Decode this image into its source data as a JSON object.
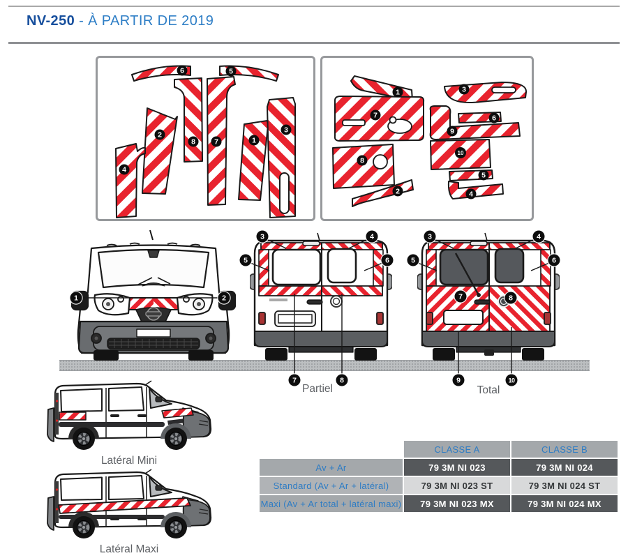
{
  "title": {
    "model": "NV-250",
    "suffix": "- À PARTIR DE 2019"
  },
  "kit_boxes": {
    "left": {
      "piece_numbers": [
        "1",
        "2",
        "3",
        "4",
        "5",
        "6",
        "7",
        "8"
      ]
    },
    "right": {
      "piece_numbers": [
        "1",
        "2",
        "3",
        "4",
        "5",
        "6",
        "7",
        "8",
        "9",
        "10"
      ]
    }
  },
  "annotations": {
    "front": [
      "1",
      "2"
    ],
    "partial": [
      "3",
      "4",
      "5",
      "6",
      "7",
      "8"
    ],
    "total": [
      "3",
      "4",
      "5",
      "6",
      "7",
      "8",
      "9",
      "10"
    ]
  },
  "van_labels": {
    "partial": "Partiel",
    "total": "Total"
  },
  "side_labels": {
    "mini": "Latéral Mini",
    "maxi": "Latéral Maxi"
  },
  "table": {
    "columns": [
      "CLASSE A",
      "CLASSE B"
    ],
    "rows": [
      {
        "label": "Av + Ar",
        "classe_a": "79 3M NI 023",
        "classe_b": "79 3M NI 024"
      },
      {
        "label": "Standard (Av + Ar + latéral)",
        "classe_a": "79 3M NI 023 ST",
        "classe_b": "79 3M NI 024 ST"
      },
      {
        "label": "Maxi (Av + Ar total + latéral maxi)",
        "classe_a": "79 3M NI 023 MX",
        "classe_b": "79 3M NI 024 MX"
      }
    ]
  },
  "colors": {
    "stripe_red": "#e8232e",
    "title_dark_blue": "#174f9d",
    "accent_blue": "#2e7cc4",
    "table_dark_cell": "#55585b",
    "table_gray": "#a4a8ab"
  }
}
